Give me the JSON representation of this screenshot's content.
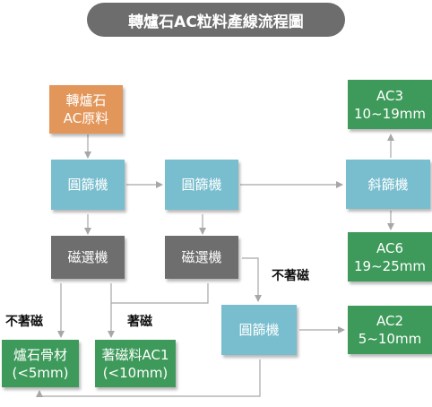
{
  "title": "轉爐石AC粒料產線流程圖",
  "nodes": {
    "raw": {
      "line1": "轉爐石",
      "line2": "AC原料"
    },
    "screen1": {
      "label": "圓篩機"
    },
    "screen2": {
      "label": "圓篩機"
    },
    "incline": {
      "label": "斜篩機"
    },
    "ac3": {
      "line1": "AC3",
      "line2": "10~19mm"
    },
    "ac6": {
      "line1": "AC6",
      "line2": "19~25mm"
    },
    "mag1": {
      "label": "磁選機"
    },
    "mag2": {
      "label": "磁選機"
    },
    "screen3": {
      "label": "圓篩機"
    },
    "ac2": {
      "line1": "AC2",
      "line2": "5~10mm"
    },
    "slag": {
      "line1": "爐石骨材",
      "line2": "(<5mm)"
    },
    "ac1": {
      "line1": "著磁料AC1",
      "line2": "(<10mm)"
    }
  },
  "edge_labels": {
    "nonmag_left": "不著磁",
    "mag_mid": "著磁",
    "nonmag_right": "不著磁"
  },
  "colors": {
    "raw": "#e3965a",
    "screen": "#78bece",
    "magnet": "#6e6e6e",
    "product": "#3e9a5a",
    "connector": "#a7a7a7"
  }
}
